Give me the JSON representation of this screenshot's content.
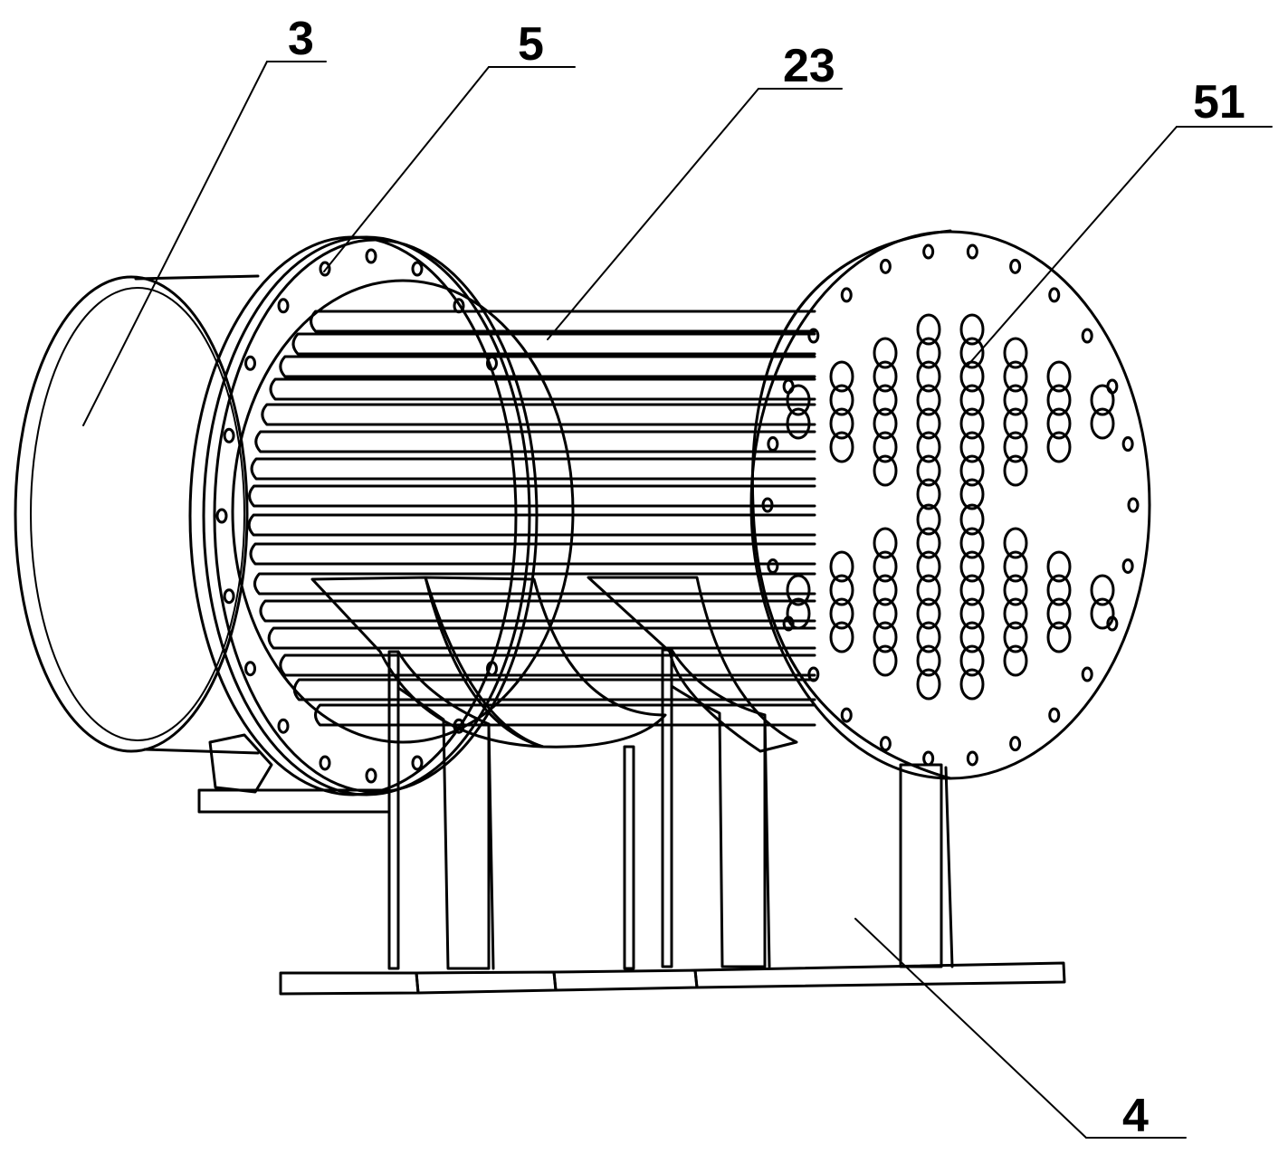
{
  "figure": {
    "labels": [
      {
        "id": "label-3",
        "text": "3",
        "part": "end-cap"
      },
      {
        "id": "label-5",
        "text": "5",
        "part": "flange"
      },
      {
        "id": "label-23",
        "text": "23",
        "part": "tube-bundle"
      },
      {
        "id": "label-51",
        "text": "51",
        "part": "tube-sheet-holes"
      },
      {
        "id": "label-4",
        "text": "4",
        "part": "support-frame"
      }
    ]
  }
}
